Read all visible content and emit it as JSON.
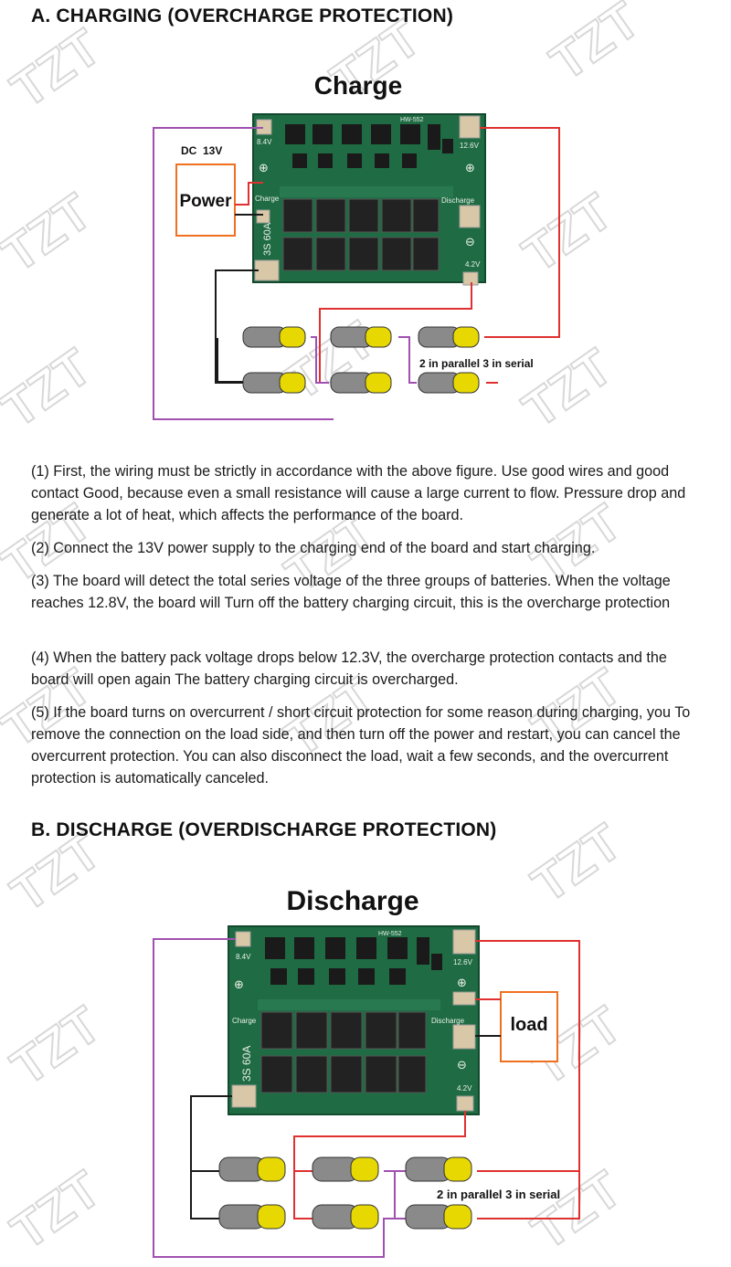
{
  "watermark": {
    "text": "TZT"
  },
  "section_a": {
    "title": "A. CHARGING (OVERCHARGE PROTECTION)",
    "diagram": {
      "heading": "Charge",
      "supply_label": "DC  13V",
      "box_label": "Power",
      "board": {
        "model": "HW-552",
        "label_8v4": "8.4V",
        "label_12v6": "12.6V",
        "label_4v2": "4.2V",
        "label_charge": "Charge",
        "label_discharge": "Discharge",
        "label_rating": "3S 60A"
      },
      "pack_label": "2 in parallel 3 in serial"
    },
    "paragraphs": [
      "(1) First, the wiring must be strictly in accordance with the above figure. Use good wires and good contact Good, because even a small resistance will cause a large current to flow. Pressure drop and generate a lot of heat, which affects the performance of the board.",
      "(2) Connect the 13V power supply to the charging end of the board and start charging.",
      "(3) The board will detect the total series voltage of the three groups of batteries. When the voltage reaches 12.8V, the board will Turn off the battery charging circuit, this is the overcharge protection",
      "(4) When the battery pack voltage drops below 12.3V, the overcharge protection contacts and the board will open again The battery charging circuit is overcharged.",
      "(5) If the board turns on overcurrent / short circuit protection for some reason during charging, you To remove the connection on the load side, and then turn off the power and restart, you can cancel the overcurrent protection. You can also disconnect the load, wait a few seconds, and the overcurrent protection is automatically canceled."
    ]
  },
  "section_b": {
    "title": "B. DISCHARGE (OVERDISCHARGE PROTECTION)",
    "diagram": {
      "heading": "Discharge",
      "box_label": "load",
      "board": {
        "model": "HW-552",
        "label_8v4": "8.4V",
        "label_12v6": "12.6V",
        "label_4v2": "4.2V",
        "label_charge": "Charge",
        "label_discharge": "Discharge",
        "label_rating": "3S 60A"
      },
      "pack_label": "2 in parallel 3 in serial"
    }
  },
  "colors": {
    "red_wire": "#e03030",
    "black_wire": "#1a1a1a",
    "purple_wire": "#a050b0",
    "box_border": "#f07020",
    "board_green": "#1f6b43",
    "cell_yellow": "#e6d800",
    "cell_gray": "#8a8a8a"
  },
  "icons": [
    "battery-cell-icon",
    "mosfet-icon",
    "solder-pad-icon"
  ]
}
